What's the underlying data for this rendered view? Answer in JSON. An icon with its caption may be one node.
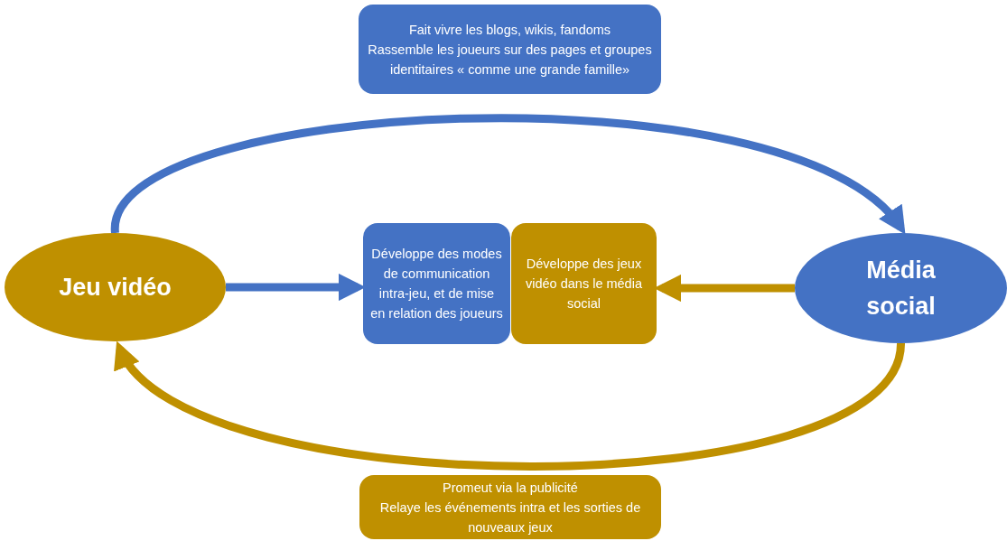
{
  "diagram": {
    "nodes": [
      {
        "text": [
          "Jeu vidéo"
        ]
      },
      {
        "text": [
          "Média social"
        ]
      },
      {
        "text": [
          "Fait vivre les blogs, wikis, fandoms",
          "Rassemble les joueurs sur des pages et groupes identitaires « comme une grande famille»"
        ]
      },
      {
        "text": [
          "Développe des modes de communication intra-jeu, et de mise en relation des joueurs"
        ]
      },
      {
        "text": [
          "Développe des jeux vidéo dans le média social"
        ]
      },
      {
        "text": [
          "Promeut via la publicité",
          "Relaye les événements intra et les sorties de nouveaux jeux"
        ]
      }
    ],
    "edges": [
      {
        "from": 0,
        "to": 1,
        "arrow": "to",
        "color": "#4472c4"
      },
      {
        "from": 0,
        "to": 3,
        "arrow": "to",
        "color": "#4472c4"
      },
      {
        "from": 1,
        "to": 4,
        "arrow": "to",
        "color": "#bf9000"
      },
      {
        "from": 1,
        "to": 0,
        "arrow": "to",
        "color": "#bf9000"
      }
    ]
  }
}
